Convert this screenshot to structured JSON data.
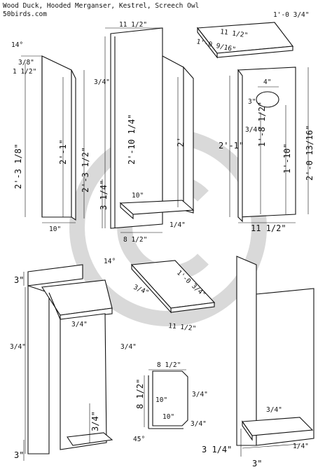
{
  "header": {
    "title": "Wood Duck, Hooded Merganser, Kestrel, Screech Owl",
    "site": "50birds.com"
  },
  "dims": {
    "side_top": "14°",
    "side_bevel": "3/8\"",
    "side_top_w": "1 1/2\"",
    "side_back_h": "2'-3 1/8\"",
    "side_inner_h": "2'-1\"",
    "side_front_h": "2'-3 1/2\"",
    "side_bottom": "10\"",
    "back_w": "11 1/2\"",
    "back_thick": "3/4\"",
    "back_h": "2'-10 1/4\"",
    "back_low": "3 1/4\"",
    "side2_h": "2'",
    "floor_d": "10\"",
    "floor_w": "8 1/2\"",
    "floor_t": "1/4\"",
    "roof_a": "1'-0 3/4\"",
    "roof_b": "11 1/2\"",
    "roof_c": "1'-0 9/16\"",
    "front_hole": "4\"",
    "front_hole_h": "3\"",
    "front_thick": "3/4\"",
    "front_h_inner": "2'-1\"",
    "front_h_mid": "1'-8 1/2\"",
    "front_h_total": "1'-10\"",
    "front_h_outer": "2'-0 13/16\"",
    "front_w": "11 1/2\"",
    "s2_top": "3\"",
    "s2_roof": "3/4\"",
    "s2_left": "3/4\"",
    "s2_right": "3/4\"",
    "s2_low": "3/4\"",
    "s2_bottom": "3\"",
    "roof2_a": "14°",
    "roof2_b": "1'-0 3/4\"",
    "roof2_c": "3/4\"",
    "roof2_d": "11 1/2\"",
    "fl2_w": "8 1/2\"",
    "fl2_h": "8 1/2\"",
    "fl2_r": "3/4\"",
    "fl2_in_h": "10\"",
    "fl2_in_w": "10\"",
    "fl2_corner": "3/4\"",
    "fl2_angle": "45°",
    "s3_floor": "3/4\"",
    "s3_low": "3 1/4\"",
    "s3_right": "1/4\"",
    "s3_bottom": "3\""
  }
}
